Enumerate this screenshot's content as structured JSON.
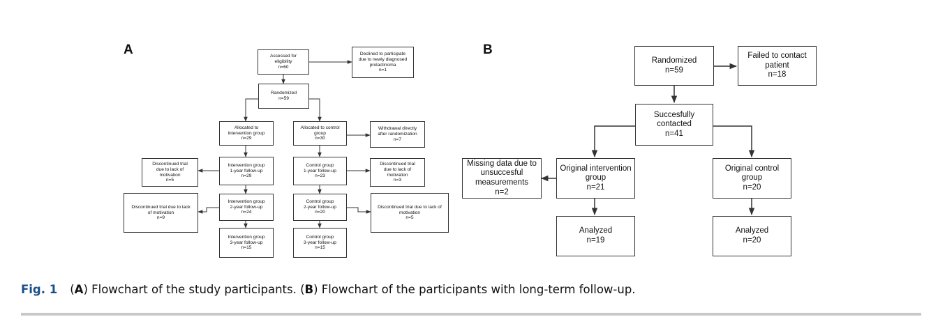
{
  "figure": {
    "panel_a_label": "A",
    "panel_b_label": "B",
    "caption": {
      "fig_label": "Fig. 1",
      "open_a": "(",
      "a_letter": "A",
      "a_text": ") Flowchart of the study participants. (",
      "b_letter": "B",
      "b_text": ") Flowchart of the participants with long-term follow-up."
    }
  },
  "panel_a": {
    "assessed": "Assessed for\neligibility\nn=60",
    "declined": "Declined to participate\ndue to newly diagnosed\nprolactinoma\nn=1",
    "randomized": "Randomized\nn=59",
    "alloc_intervention": "Allocated to\nintervention group\nn=29",
    "alloc_control": "Allocated to control\ngroup\nn=30",
    "withdrawal": "Withdrawal directly\nafter randomization\nn=7",
    "int_1yr": "Intervention group\n1-year follow-up\nn=29",
    "ctl_1yr": "Control group\n1-year follow-up\nn=23",
    "disc_int_1": "Discontinued trial\ndue to lack of\nmotivation\nn=5",
    "disc_ctl_1": "Discontinued trial\ndue to lack of\nmotivation\nn=3",
    "int_2yr": "Intervention group\n2-year follow-up\nn=24",
    "ctl_2yr": "Control group\n2-year follow-up\nn=20",
    "disc_int_2": "Discontinued trial due to lack\nof motivation\nn=9",
    "disc_ctl_2": "Discontinued trial due to lack of\nmotivation\nn=5",
    "int_3yr": "Intervention group\n3-year follow-up\nn=15",
    "ctl_3yr": "Control group\n3-year follow-up\nn=15"
  },
  "panel_b": {
    "randomized": "Randomized\nn=59",
    "failed": "Failed to contact\npatient\nn=18",
    "contacted": "Succesfully contacted\nn=41",
    "missing": "Missing data due to\nunsuccesful\nmeasurements\nn=2",
    "orig_intervention": "Original intervention\ngroup\nn=21",
    "orig_control": "Original control group\nn=20",
    "analyzed_int": "Analyzed\nn=19",
    "analyzed_ctl": "Analyzed\nn=20"
  }
}
